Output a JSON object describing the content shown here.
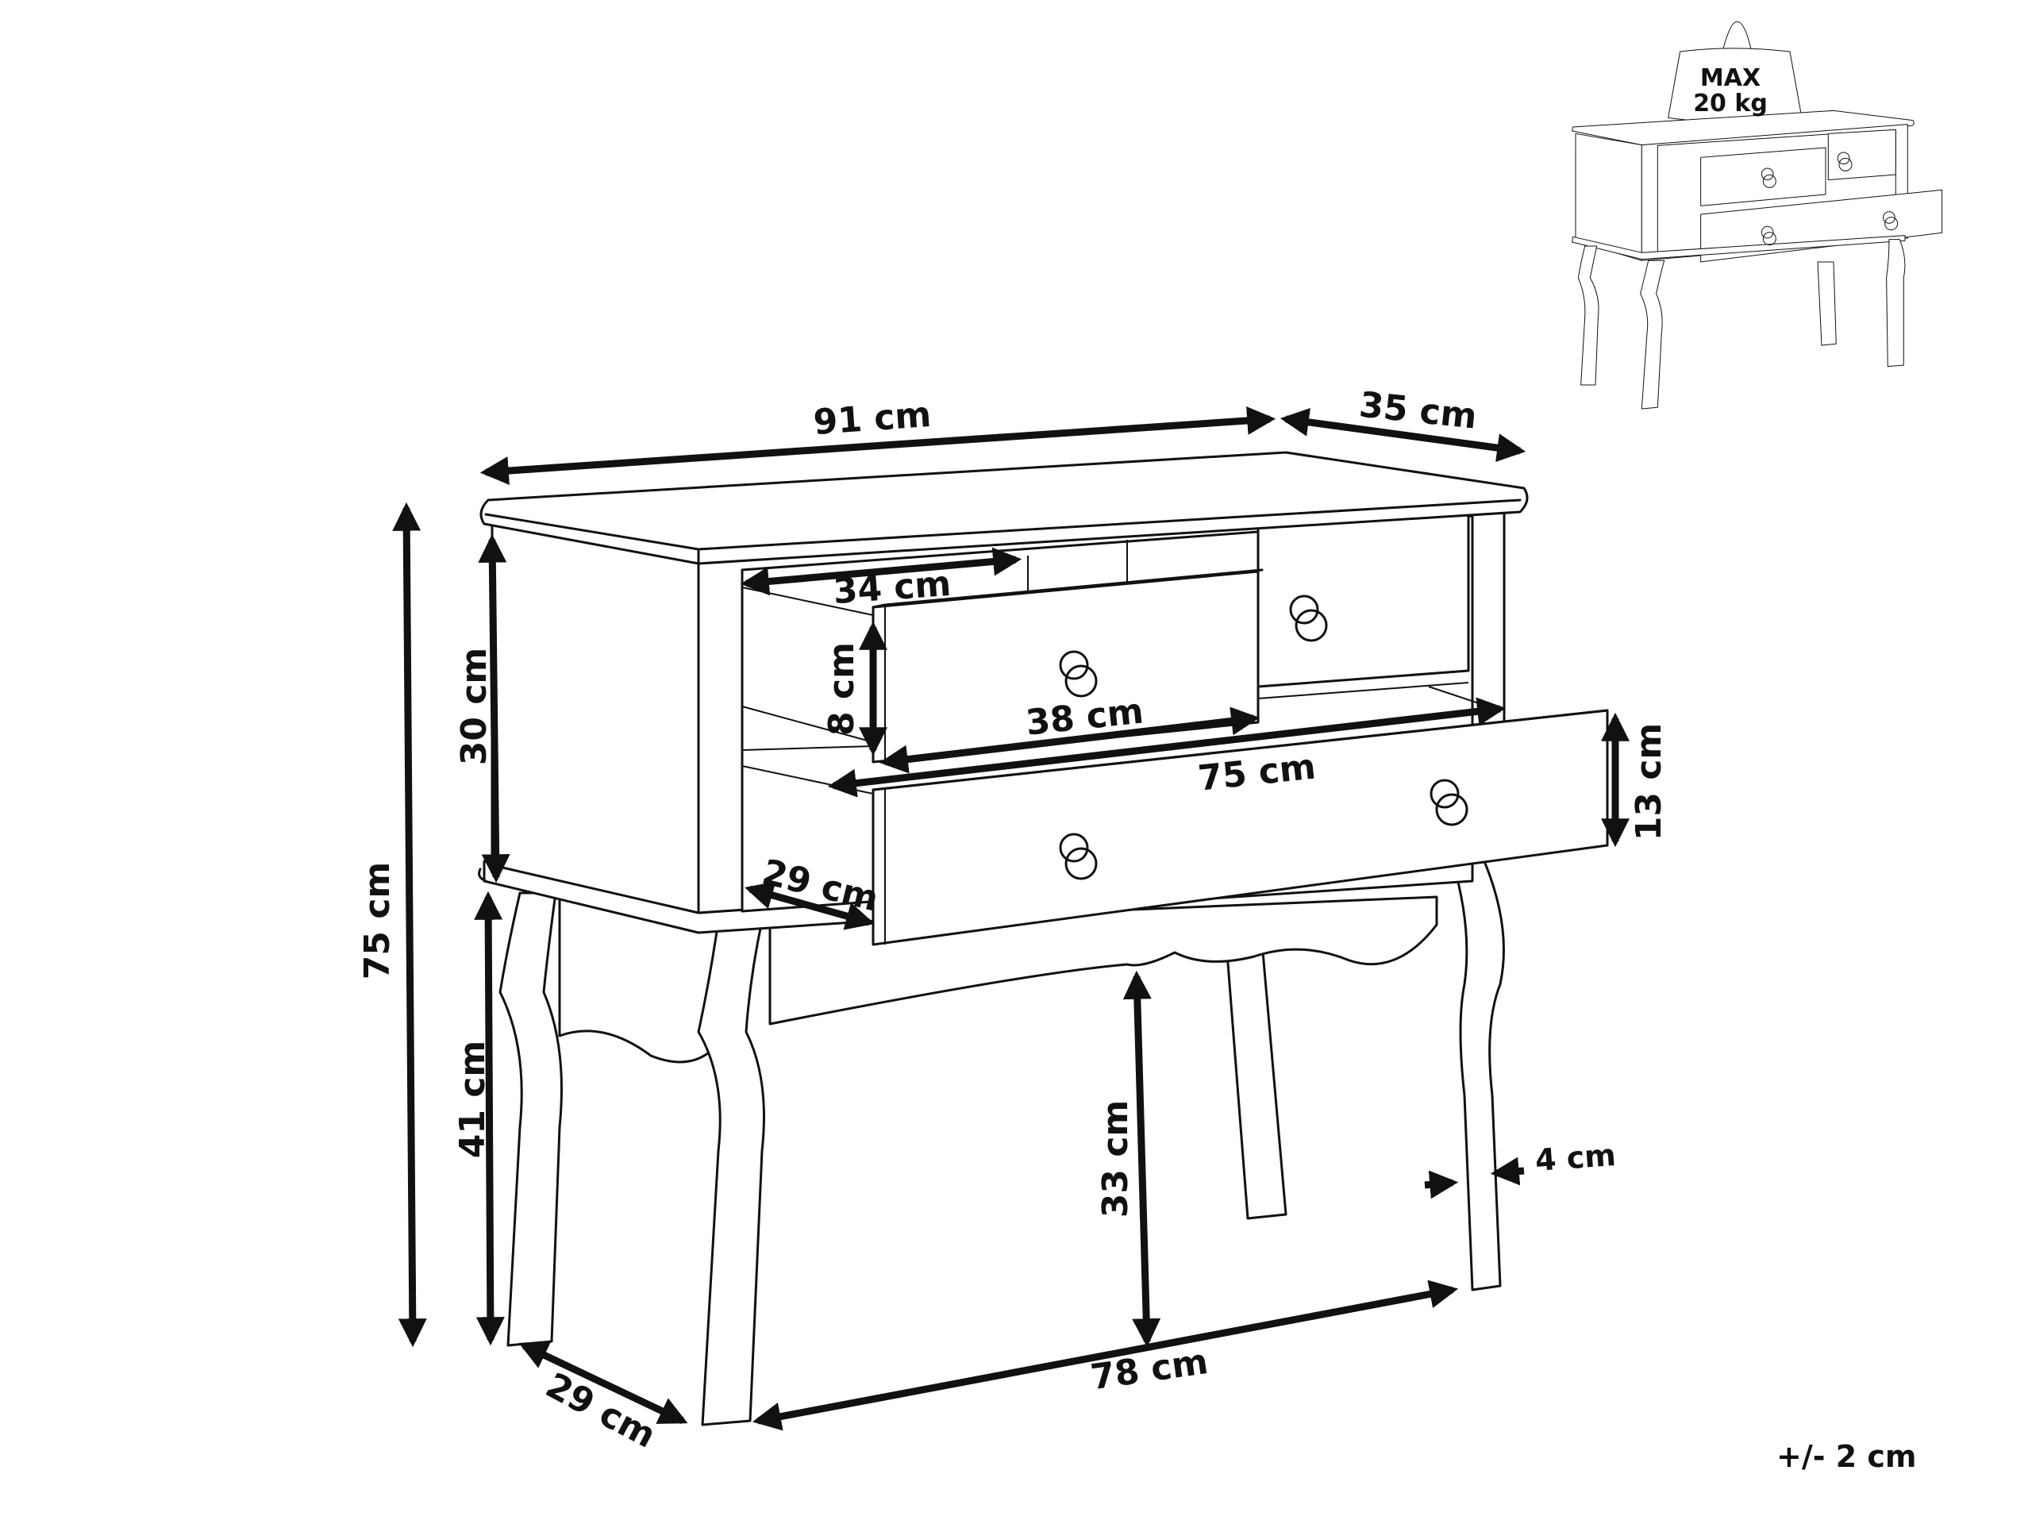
{
  "diagram": {
    "subject": "Console table with three drawers, cabriole legs",
    "dimensions": {
      "top_width": "91 cm",
      "top_depth": "35 cm",
      "total_height": "75 cm",
      "body_height": "30 cm",
      "leg_height": "41 cm",
      "drawer_small_depth": "34 cm",
      "drawer_small_height": "8 cm",
      "drawer_small_width": "38 cm",
      "drawer_large_width": "75 cm",
      "drawer_large_height": "13 cm",
      "drawer_large_depth": "29 cm",
      "under_clearance": "33 cm",
      "leg_thickness": "4 cm",
      "leg_span_width": "78 cm",
      "leg_span_depth": "29 cm"
    },
    "tolerance": "+/- 2 cm",
    "load_badge": {
      "line1": "MAX",
      "line2": "20 kg"
    }
  }
}
